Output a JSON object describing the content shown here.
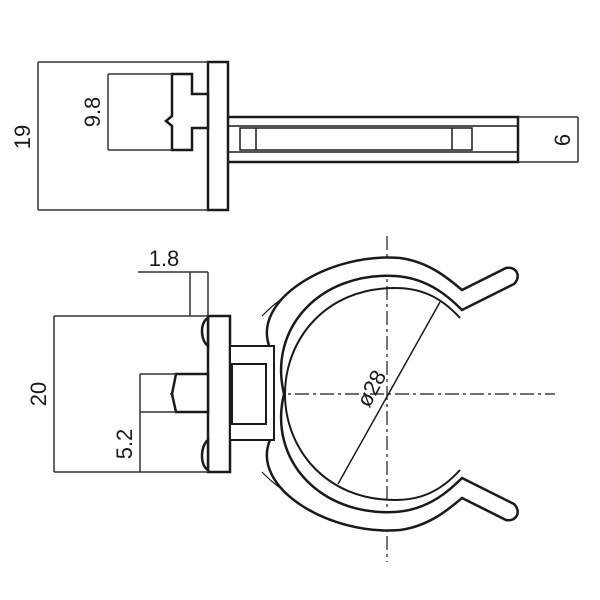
{
  "drawing": {
    "side_view": {
      "overall_height": "19",
      "post_height": "9.8",
      "arm_thickness": "6"
    },
    "top_view": {
      "tab_thickness": "1.8",
      "body_height": "20",
      "post_offset": "5.2",
      "clip_diameter": "ø28"
    }
  },
  "colors": {
    "line": "#1a1a1a",
    "dimension": "#333333",
    "background": "#ffffff"
  }
}
